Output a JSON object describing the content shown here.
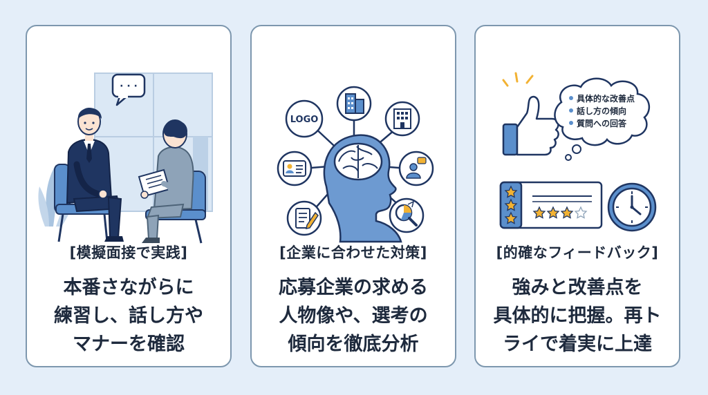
{
  "colors": {
    "background": "#e4eef9",
    "card_border": "#7d97ae",
    "accent_blue": "#5b8fcc",
    "navy": "#1f3561",
    "star": "#f2b233"
  },
  "cards": [
    {
      "title": "[模擬面接で実践]",
      "body": [
        "本番さながらに",
        "練習し、話し方や",
        "マナーを確認"
      ],
      "illustration": {
        "icons": [
          "speech-bubble-icon",
          "interviewer-icon",
          "candidate-icon",
          "document-icon",
          "chair-icon",
          "window-icon"
        ],
        "bubble_text": "· · ·"
      }
    },
    {
      "title": "[企業に合わせた対策]",
      "body": [
        "応募企業の求める",
        "人物像や、選考の",
        "傾向を徹底分析"
      ],
      "illustration": {
        "icons": [
          "brain-head-icon",
          "logo-icon",
          "company-building-icon",
          "office-building-icon",
          "id-card-icon",
          "person-speech-icon",
          "document-pen-icon",
          "magnifier-chart-icon"
        ],
        "logo_text": "LOGO"
      }
    },
    {
      "title": "[的確なフィードバック]",
      "body": [
        "強みと改善点を",
        "具体的に把握。再ト",
        "ライで着実に上達"
      ],
      "illustration": {
        "icons": [
          "thumbs-up-icon",
          "thought-cloud-icon",
          "rating-card-icon",
          "star-icon",
          "clock-icon"
        ],
        "cloud_items": [
          "具体的な改善点",
          "話し方の傾向",
          "質問への回答"
        ]
      }
    }
  ]
}
